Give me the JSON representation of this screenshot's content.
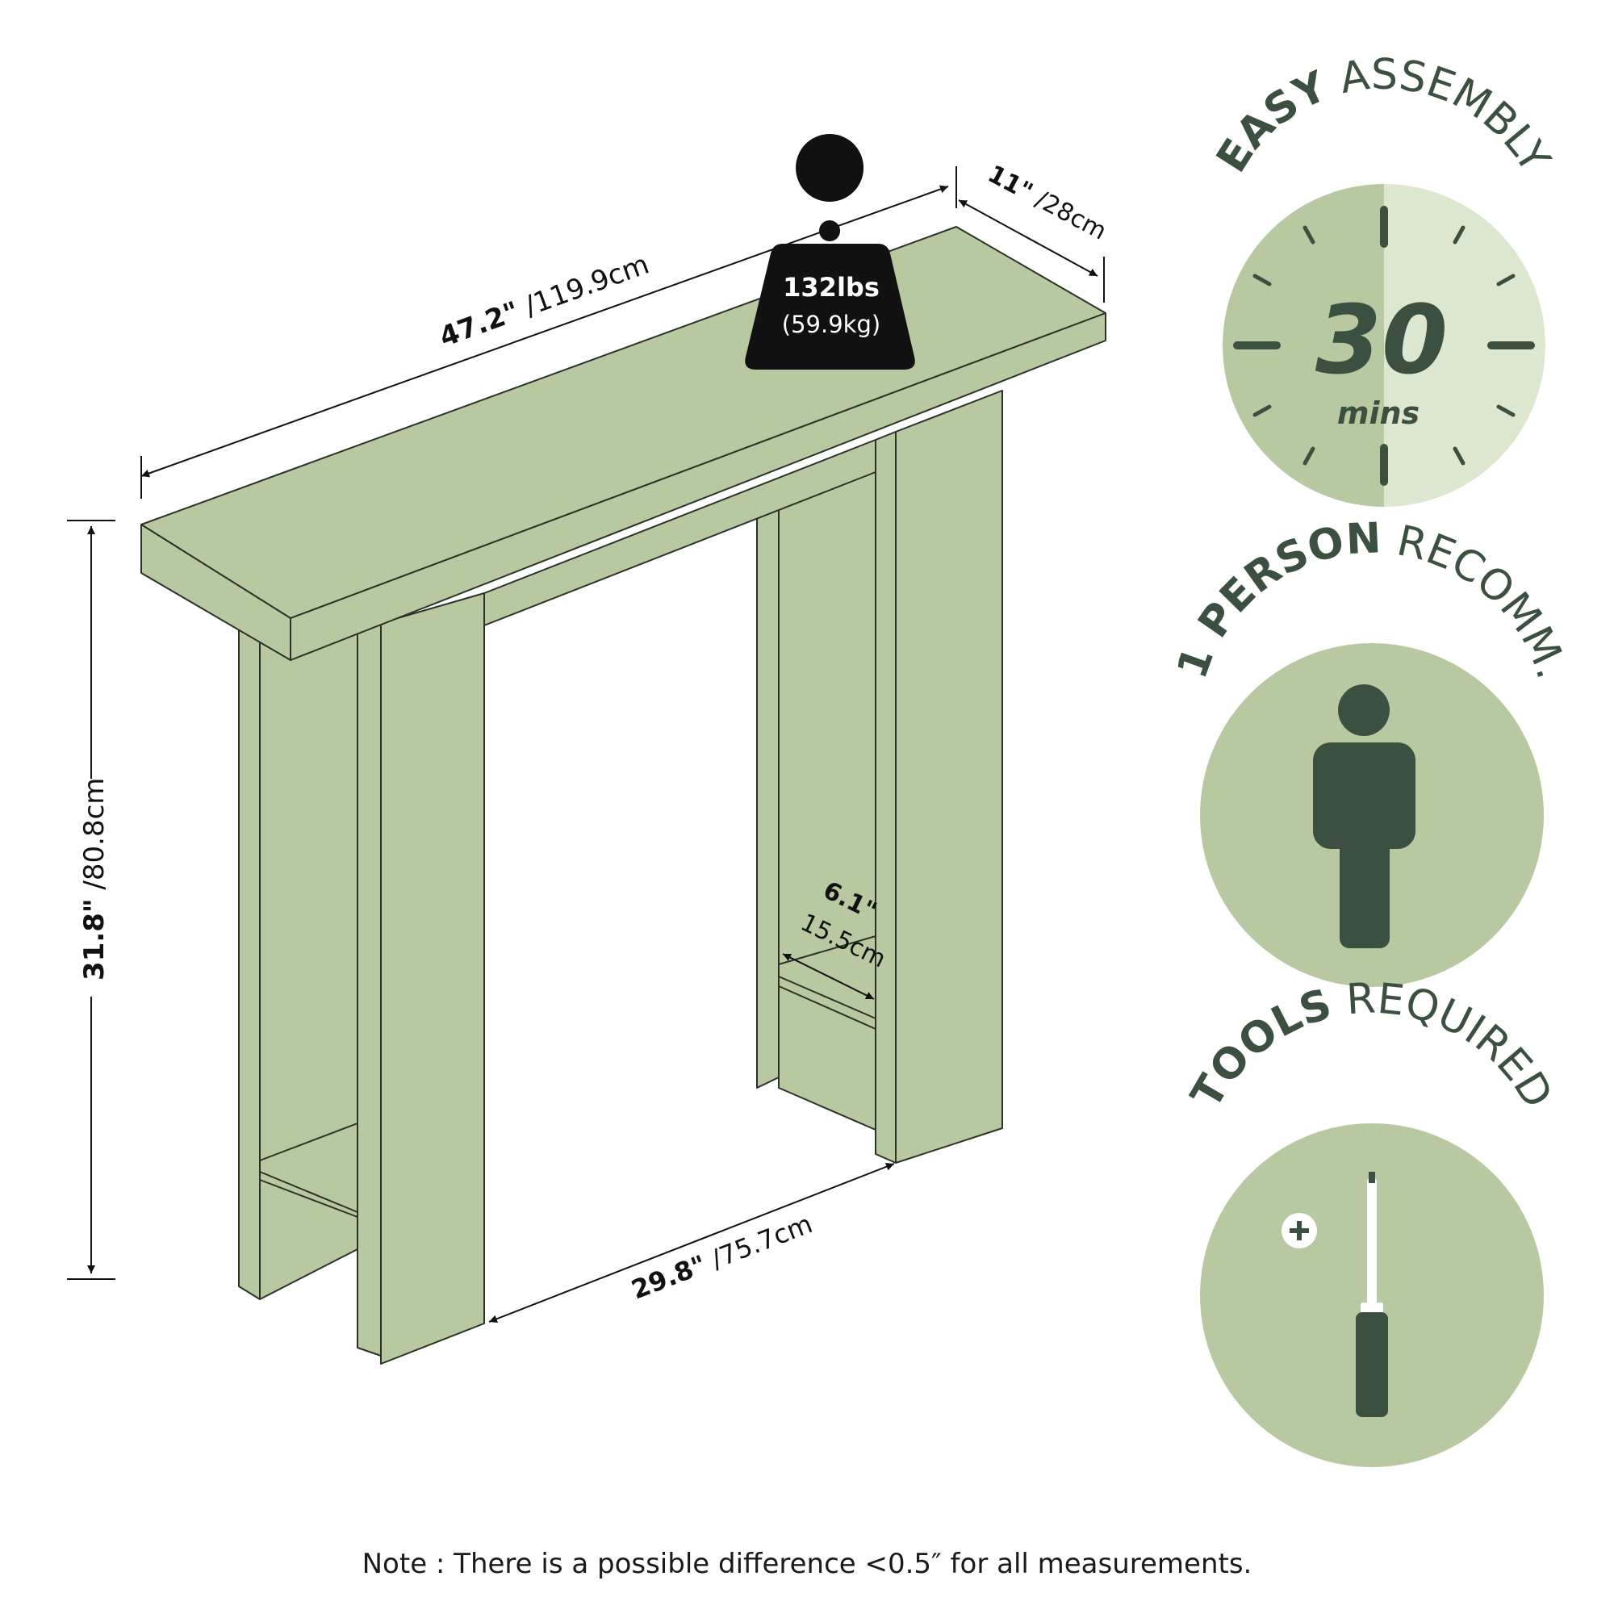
{
  "colors": {
    "table_fill": "#b8c8a0",
    "table_stroke": "#2b3328",
    "badge_circle": "#b8c8a0",
    "badge_circle_light": "#dde6cf",
    "badge_dark": "#3b5040",
    "weight_fill": "#111111"
  },
  "dimensions": {
    "width_imperial": "47.2\"",
    "width_metric": " /119.9cm",
    "depth_imperial": "11\"",
    "depth_metric": " /28cm",
    "height_imperial": "31.8\"",
    "height_metric": " /80.8cm",
    "inner_width_imperial": "29.8\"",
    "inner_width_metric": " /75.7cm",
    "shelf_depth_imperial": "6.1\"",
    "shelf_depth_metric": "15.5cm"
  },
  "weight": {
    "icon": "weight-icon",
    "imperial": "132lbs",
    "metric": "(59.9kg)"
  },
  "badges": {
    "assembly": {
      "word_strong": "EASY",
      "word_light": "ASSEMBLY",
      "number": "30",
      "unit": "mins",
      "icon": "clock-icon"
    },
    "person": {
      "word_strong": "1 PERSON",
      "word_light": "RECOMM.",
      "icon": "person-icon"
    },
    "tools": {
      "word_strong": "TOOLS",
      "word_light": "REQUIRED",
      "icon": "screwdriver-icon",
      "plus_icon": "plus-icon"
    }
  },
  "note": "Note : There is a possible difference <0.5″ for all measurements."
}
